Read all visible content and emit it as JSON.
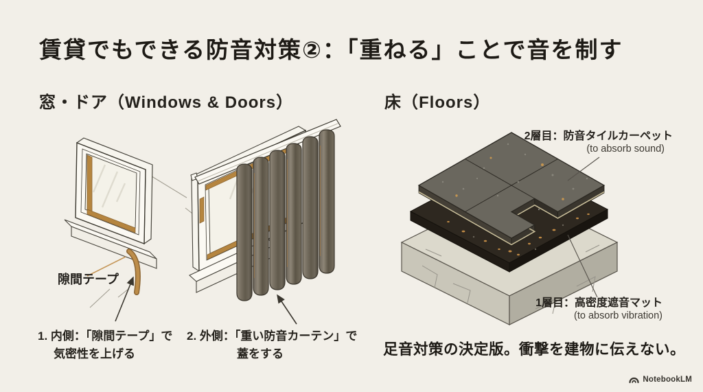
{
  "title": "賃貸でもできる防音対策②：「重ねる」ことで音を制す",
  "sections": {
    "windows": {
      "heading": "窓・ドア（Windows & Doors）",
      "tape_label": "隙間テープ",
      "captions": [
        {
          "line1": "1. 内側：「隙間テープ」で",
          "line2": "気密性を上げる"
        },
        {
          "line1": "2. 外側：「重い防音カーテン」で",
          "line2": "蓋をする"
        }
      ]
    },
    "floors": {
      "heading": "床（Floors）",
      "layer2": {
        "jp": "2層目：防音タイルカーペット",
        "en": "(to absorb sound)"
      },
      "layer1": {
        "jp": "1層目：高密度遮音マット",
        "en": "(to absorb vibration)"
      },
      "statement": "足音対策の決定版。衝撃を建物に伝えない。"
    }
  },
  "footer": {
    "brand": "NotebookLM"
  },
  "icons": {
    "brand": "notebooklm-arc-icon",
    "arrows": "arrow-icon"
  },
  "colors": {
    "background": "#f2efe8",
    "ink": "#1d1a15",
    "tape_tan": "#b5853f",
    "tile_gray": "#6a675e",
    "mat_black": "#2e2820",
    "concrete": "#dcd9cc"
  }
}
